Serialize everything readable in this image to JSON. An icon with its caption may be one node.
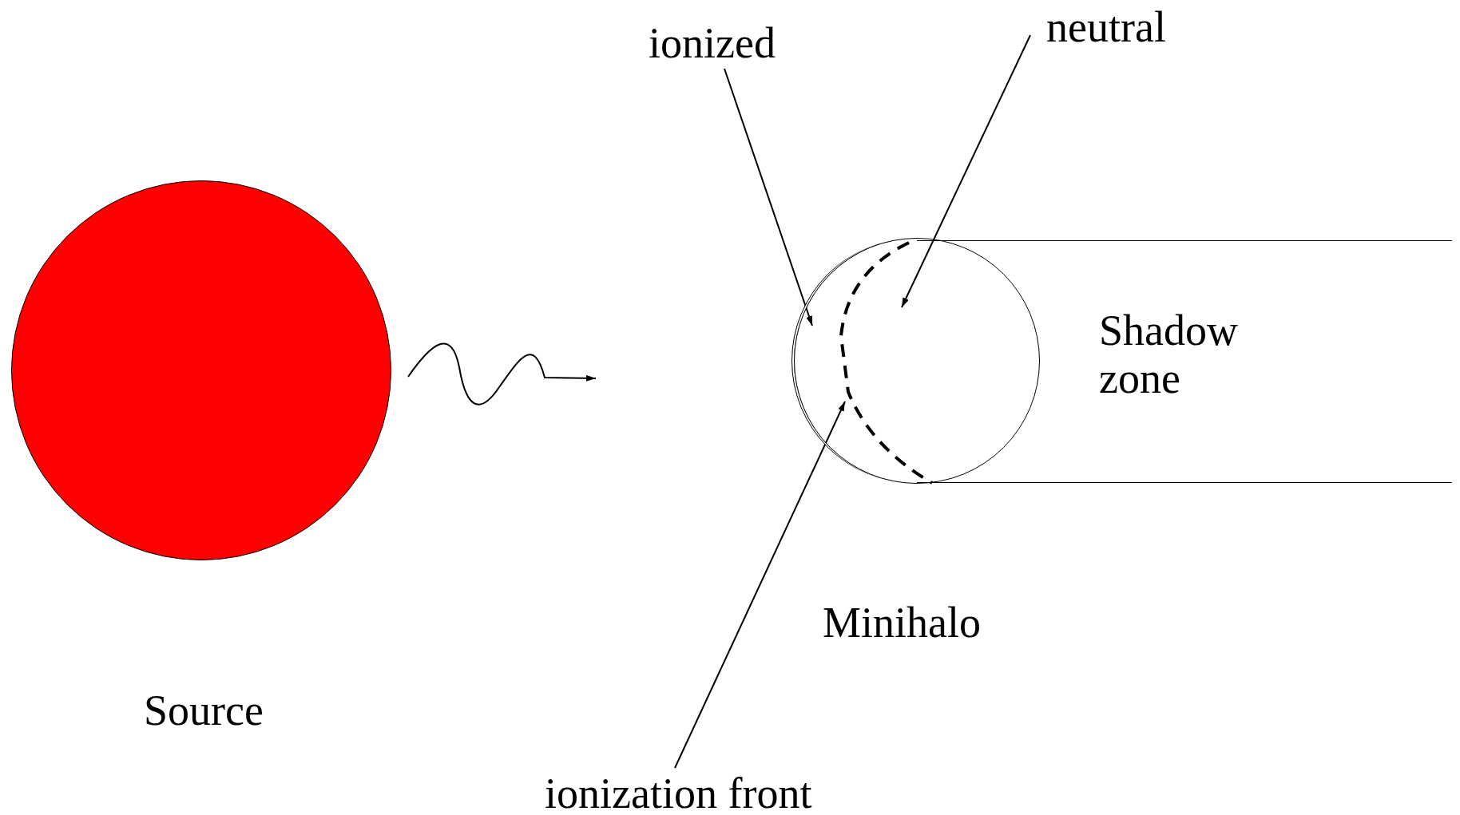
{
  "diagram": {
    "nodes": [
      {
        "text": [],
        "shape": "circle",
        "beside": [
          "Source"
        ]
      },
      {
        "text": [],
        "shape": "circle",
        "beside": [
          "Minihalo"
        ]
      },
      {
        "text": [
          "Shadow zone"
        ]
      },
      {
        "text": [
          "ionized"
        ]
      },
      {
        "text": [
          "neutral"
        ]
      },
      {
        "text": [
          "ionization front"
        ]
      },
      {
        "text": [],
        "shape": "line",
        "in": 1
      }
    ],
    "edges": [
      {
        "from": 3,
        "to": 1,
        "arrow": "to"
      },
      {
        "from": 4,
        "to": 1,
        "arrow": "to"
      },
      {
        "from": 5,
        "to": 6,
        "arrow": "to"
      }
    ]
  }
}
